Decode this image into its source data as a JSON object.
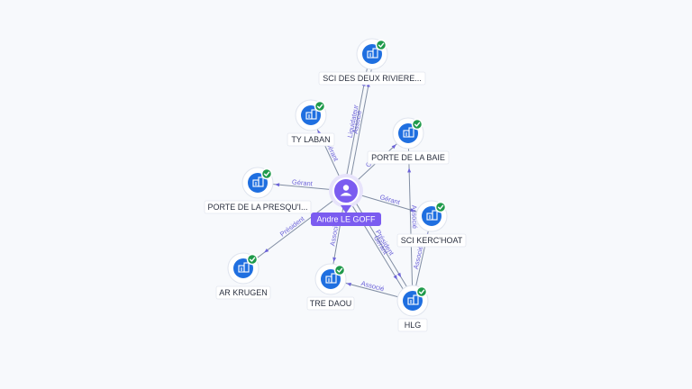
{
  "center": {
    "label": "Andre LE GOFF",
    "icon": "person-icon",
    "color": "#7b5cf0"
  },
  "companies": [
    {
      "id": "sci-des-deux",
      "label": "SCI DES DEUX RIVIERE...",
      "icon": "building-icon",
      "status": "check-icon"
    },
    {
      "id": "ty-laban",
      "label": "TY LABAN",
      "icon": "building-icon",
      "status": "check-icon"
    },
    {
      "id": "porte-baie",
      "label": "PORTE DE LA BAIE",
      "icon": "building-icon",
      "status": "check-icon"
    },
    {
      "id": "porte-presqu",
      "label": "PORTE DE LA PRESQU'I...",
      "icon": "building-icon",
      "status": "check-icon"
    },
    {
      "id": "sci-kerc",
      "label": "SCI KERC'HOAT",
      "icon": "building-icon",
      "status": "check-icon"
    },
    {
      "id": "ar-krugen",
      "label": "AR KRUGEN",
      "icon": "building-icon",
      "status": "check-icon"
    },
    {
      "id": "tre-daou",
      "label": "TRE DAOU",
      "icon": "building-icon",
      "status": "check-icon"
    },
    {
      "id": "hlg",
      "label": "HLG",
      "icon": "building-icon",
      "status": "check-icon"
    }
  ],
  "edges": [
    {
      "from": "center",
      "to": "sci-des-deux",
      "labels": [
        "Liquidateur",
        "Associé"
      ]
    },
    {
      "from": "center",
      "to": "ty-laban",
      "labels": [
        "Gérant"
      ]
    },
    {
      "from": "center",
      "to": "porte-baie",
      "labels": [
        "Gérant"
      ]
    },
    {
      "from": "center",
      "to": "porte-presqu",
      "labels": [
        "Gérant"
      ]
    },
    {
      "from": "center",
      "to": "sci-kerc",
      "labels": [
        "Gérant"
      ]
    },
    {
      "from": "center",
      "to": "ar-krugen",
      "labels": [
        "Président"
      ]
    },
    {
      "from": "center",
      "to": "tre-daou",
      "labels": [
        "Associé"
      ]
    },
    {
      "from": "center",
      "to": "hlg",
      "labels": [
        "Président",
        "Gérant"
      ]
    },
    {
      "from": "hlg",
      "to": "tre-daou",
      "labels": [
        "Associé"
      ]
    },
    {
      "from": "hlg",
      "to": "sci-kerc",
      "labels": [
        "Associé"
      ]
    },
    {
      "from": "hlg",
      "to": "porte-baie",
      "labels": [
        "Associé"
      ]
    }
  ],
  "colors": {
    "company": "#1f6fe0",
    "verified": "#1f9a4b",
    "edge_label": "#6c63d9",
    "background": "#f7f9fc"
  }
}
